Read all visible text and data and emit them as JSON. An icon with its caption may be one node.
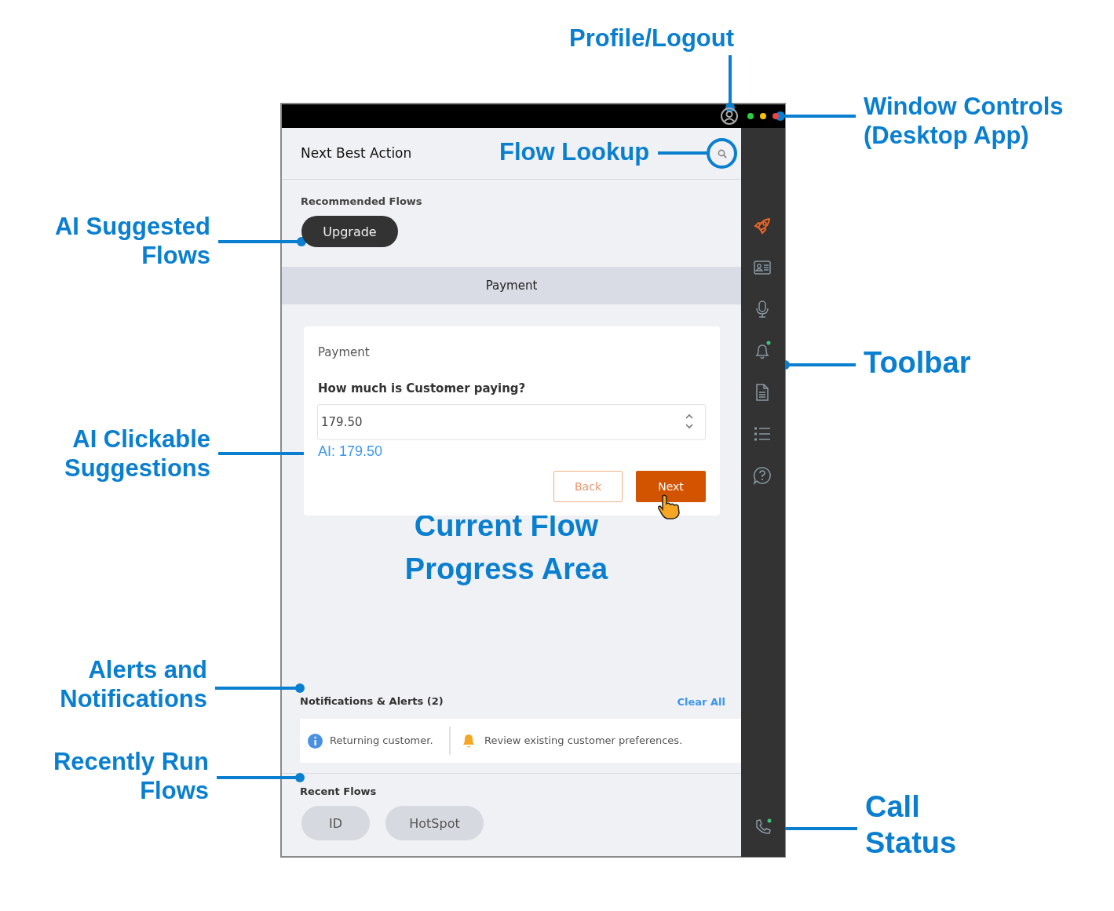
{
  "diagram": {
    "nodes": [
      {
        "text": [
          "Profile/Logout"
        ]
      },
      {
        "text": [],
        "shape": "picture"
      },
      {
        "text": [
          "Window Controls (Desktop App)"
        ]
      },
      {
        "text": [],
        "shape": "picture"
      },
      {
        "text": [
          "Flow Lookup"
        ]
      },
      {
        "text": [],
        "shape": "circle"
      },
      {
        "text": [
          "AI Suggested Flows"
        ]
      },
      {
        "text": [
          "Upgrade"
        ]
      },
      {
        "text": [
          "Payment"
        ]
      },
      {
        "text": [
          "Payment",
          "How much is Customer paying?"
        ]
      },
      {
        "text": [
          "179.50"
        ],
        "in": 9
      },
      {
        "text": [
          "AI: 179.50"
        ],
        "in": 9
      },
      {
        "text": [
          "Back"
        ],
        "in": 9
      },
      {
        "text": [
          "Next"
        ],
        "in": 9
      },
      {
        "text": [
          "AI Clickable Suggestions"
        ]
      },
      {
        "text": [
          "Toolbar"
        ]
      },
      {
        "text": [],
        "shape": "bar"
      },
      {
        "text": [
          "Alerts and Notifications"
        ]
      },
      {
        "text": [
          "Notifications & Alerts (2)",
          "Clear All",
          "Returning customer.",
          "Review existing customer preferences."
        ]
      },
      {
        "text": [
          "Recently Run Flows"
        ]
      },
      {
        "text": [
          "Recent Flows"
        ]
      },
      {
        "text": [
          "ID"
        ],
        "in": 20
      },
      {
        "text": [
          "HotSpot"
        ],
        "in": 20
      },
      {
        "text": [
          "Call Status"
        ]
      },
      {
        "text": [],
        "shape": "picture",
        "in": 16
      }
    ],
    "edges": [
      {
        "from": 0,
        "to": 1,
        "arrow": "other"
      },
      {
        "from": 2,
        "to": 3,
        "arrow": "other"
      },
      {
        "from": 4,
        "to": 5,
        "arrow": "none"
      },
      {
        "from": 6,
        "to": 7,
        "arrow": "other"
      },
      {
        "from": 14,
        "to": 11,
        "arrow": "other"
      },
      {
        "from": 15,
        "to": 16,
        "arrow": "other"
      },
      {
        "from": 17,
        "to": 18,
        "arrow": "other"
      },
      {
        "from": 19,
        "to": 20,
        "arrow": "other"
      },
      {
        "from": 23,
        "to": 24,
        "arrow": "other"
      }
    ],
    "labels": [
      "Next Best Action",
      "Recommended Flows",
      "Current Flow Progress Area"
    ]
  }
}
